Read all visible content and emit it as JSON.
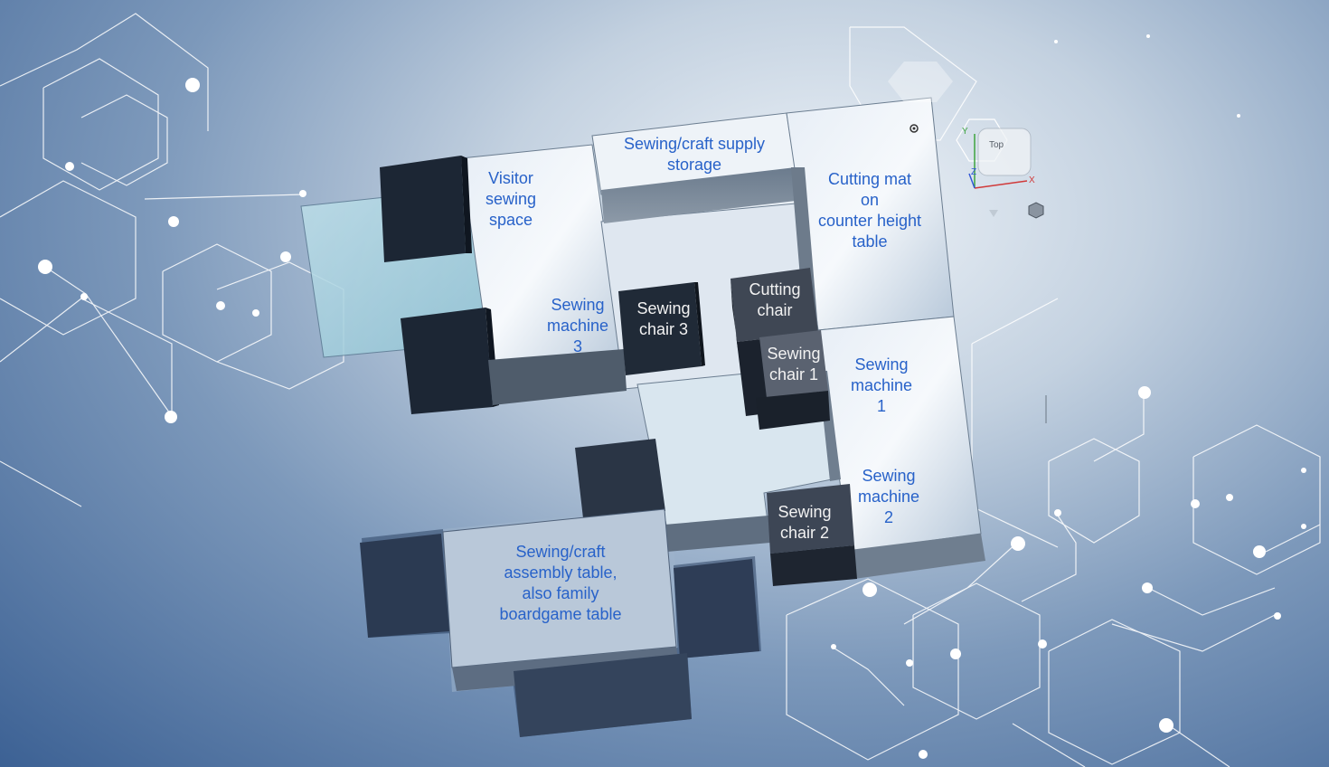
{
  "labels": {
    "visitor_sewing_space": "Visitor\nsewing\nspace",
    "supply_storage": "Sewing/craft supply\nstorage",
    "cutting_mat": "Cutting mat\non\ncounter height\ntable",
    "sewing_machine_3": "Sewing\nmachine\n3",
    "sewing_chair_3": "Sewing\nchair 3",
    "cutting_chair": "Cutting\nchair",
    "sewing_chair_1": "Sewing\nchair 1",
    "sewing_machine_1": "Sewing\nmachine\n1",
    "sewing_machine_2": "Sewing\nmachine\n2",
    "sewing_chair_2": "Sewing\nchair 2",
    "assembly_table": "Sewing/craft\nassembly table,\nalso family\nboardgame table"
  },
  "viewcube": {
    "face_label": "Top",
    "axis_x": "X",
    "axis_y": "Y",
    "axis_z": "Z"
  },
  "colors": {
    "label_blue": "#2862c9",
    "label_white": "#f2f2f2",
    "block_dark": "#1c2634",
    "background_deep": "#3c6194"
  }
}
